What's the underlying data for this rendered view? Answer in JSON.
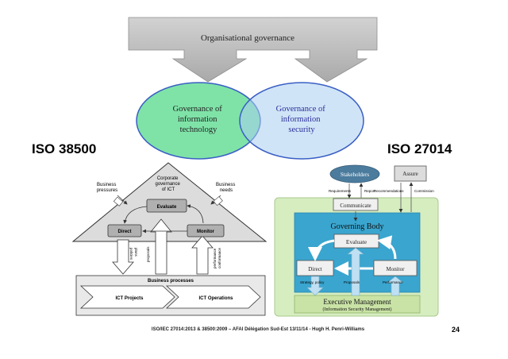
{
  "top_banner": "Organisational governance",
  "venn": {
    "left": [
      "Governance of",
      "information",
      "technology"
    ],
    "right": [
      "Governance of",
      "information",
      "security"
    ]
  },
  "iso38500": {
    "title": "ISO 38500",
    "corporate": [
      "Corporate",
      "governance",
      "of ICT"
    ],
    "business_pressures": [
      "Business",
      "pressures"
    ],
    "business_needs": [
      "Business",
      "needs"
    ],
    "evaluate": "Evaluate",
    "direct": "Direct",
    "monitor": "Monitor",
    "plans_policies": [
      "plans",
      "policies"
    ],
    "proposals": "proposals",
    "performance": [
      "performance",
      "conformance"
    ],
    "business_processes": "Business processes",
    "ict_projects": "ICT Projects",
    "ict_operations": "ICT Operations"
  },
  "iso27014": {
    "title": "ISO 27014",
    "stakeholders": "Stakeholders",
    "assure": "Assure",
    "requirements": "Requirements",
    "report": "Report",
    "recommendations": "Recommendations",
    "commission": "Commission",
    "communicate": "Communicate",
    "governing_body": "Governing Body",
    "evaluate": "Evaluate",
    "direct": "Direct",
    "monitor": "Monitor",
    "strategy_policy": "Strategy, policy",
    "proposals": "Proposals",
    "performance": "Performance",
    "exec_mgmt": "Executive Management",
    "exec_sub": "(Information Security Management)"
  },
  "footer": {
    "text": "ISO/IEC 27014:2013 & 38500:2009 – AFAI Délégation Sud-Est 13/11/14 - Hugh H. Penri-Williams",
    "page": "24"
  },
  "colors": {
    "banner": "#bdbdbd",
    "venn_left": "#7de0a6",
    "venn_right": "#a9cdf0",
    "venn_edge": "#3a5fc4",
    "box_blue": "#3aa5cf",
    "box_green": "#d6edc0",
    "header_gray": "#8b8b8b"
  }
}
